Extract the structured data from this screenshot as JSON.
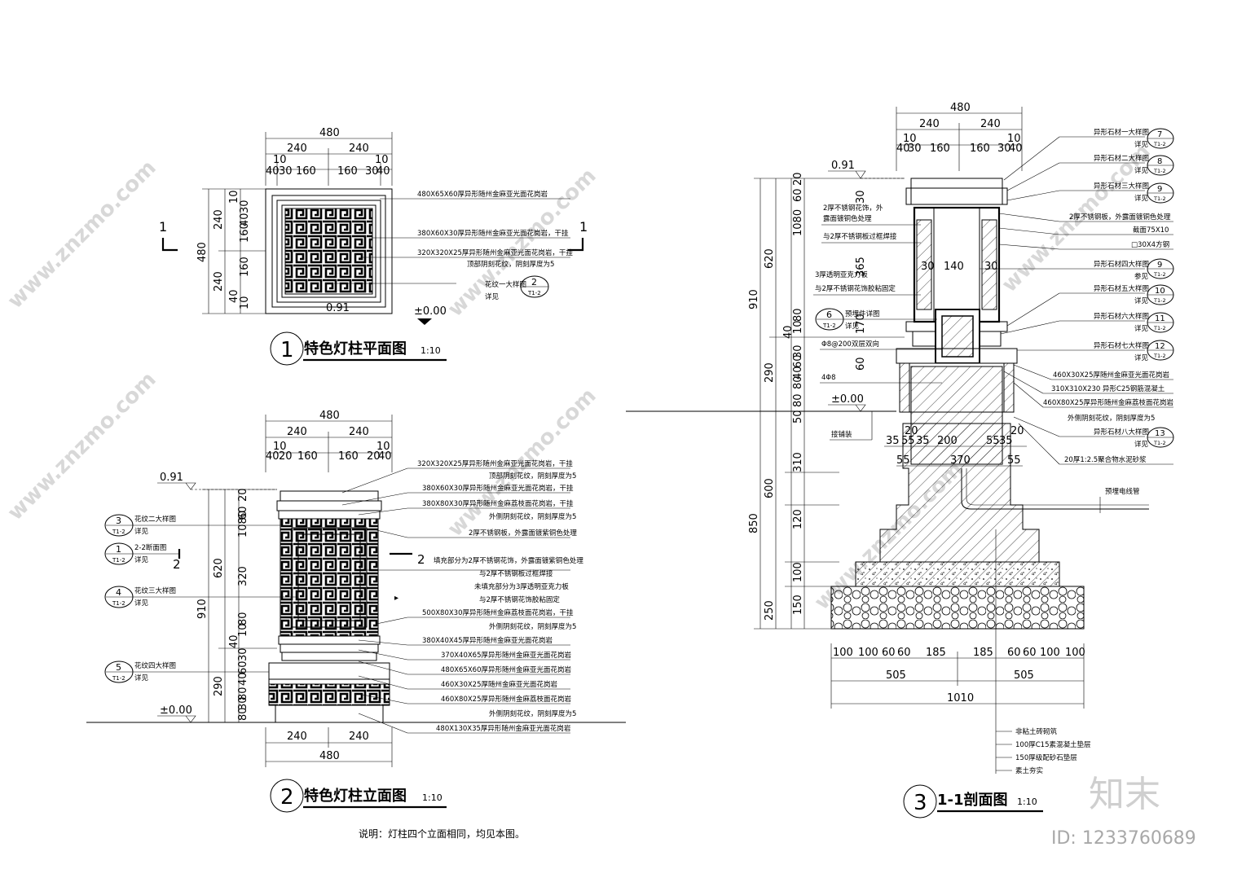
{
  "drawing1": {
    "title": "特色灯柱平面图",
    "number": "1",
    "scale": "1:10",
    "dims_top": [
      "480",
      "240",
      "240",
      "10",
      "10",
      "40",
      "30",
      "160",
      "160",
      "30",
      "40"
    ],
    "dims_left": [
      "480",
      "240",
      "240",
      "10",
      "30",
      "40",
      "160",
      "160",
      "40",
      "10"
    ],
    "level_mark": "0.91",
    "elevation": "±0.00",
    "section_mark": "1",
    "notes": [
      "480X65X60厚异形随州金麻亚光面花岗岩",
      "380X60X30厚异形随州金麻亚光面花岗岩，干挂",
      "320X320X25厚异形随州金麻亚光面花岗岩，干挂",
      "顶部阴刻花纹，阴刻厚度为5",
      "花纹一大样图",
      "详见"
    ],
    "ref": {
      "num": "2",
      "sheet": "T1-2"
    }
  },
  "drawing2": {
    "title": "特色灯柱立面图",
    "number": "2",
    "scale": "1:10",
    "dims_top": [
      "480",
      "240",
      "240",
      "10",
      "10",
      "40",
      "20",
      "160",
      "160",
      "20",
      "40"
    ],
    "dims_bottom": [
      "240",
      "240",
      "480"
    ],
    "dims_left": [
      "20",
      "60",
      "1080",
      "320",
      "80",
      "10",
      "40",
      "30",
      "60",
      "40",
      "80",
      "30",
      "80",
      "620",
      "290",
      "910"
    ],
    "level_mark": "0.91",
    "elevation": "±0.00",
    "section_mark": "2",
    "left_refs": [
      {
        "num": "3",
        "sheet": "T1-2",
        "text1": "花纹二大样图",
        "text2": "详见"
      },
      {
        "num": "1",
        "sheet": "T1-2",
        "text1": "2-2断面图",
        "text2": "详见"
      },
      {
        "num": "4",
        "sheet": "T1-2",
        "text1": "花纹三大样图",
        "text2": "详见"
      },
      {
        "num": "5",
        "sheet": "T1-2",
        "text1": "花纹四大样图",
        "text2": "详见"
      }
    ],
    "notes": [
      "320X320X25厚异形随州金麻亚光面花岗岩，干挂",
      "顶部阴刻花纹，阴刻厚度为5",
      "380X60X30厚异形随州金麻亚光面花岗岩，干挂",
      "380X80X30厚异形随州金麻荔枝面花岗岩，干挂",
      "外侧阴刻花纹，阴刻厚度为5",
      "2厚不锈钢板，外露面镀紫铜色处理",
      "填充部分为2厚不锈钢花饰，外露面镀紫铜色处理",
      "与2厚不锈钢板过框焊接",
      "未填充部分为3厚透明亚克力板",
      "与2厚不锈钢花饰胶粘固定",
      "500X80X30厚异形随州金麻荔枝面花岗岩，干挂",
      "外侧阴刻花纹，阴刻厚度为5",
      "380X40X45厚异形随州金麻亚光面花岗岩",
      "370X40X65厚异形随州金麻亚光面花岗岩",
      "480X65X60厚异形随州金麻亚光面花岗岩",
      "460X30X25厚随州金麻亚光面花岗岩",
      "460X80X25厚异形随州金麻荔枝面花岗岩",
      "外侧阴刻花纹，阴刻厚度为5",
      "480X130X35厚异形随州金麻亚光面花岗岩"
    ],
    "footnote": "说明：灯柱四个立面相同，均见本图。"
  },
  "drawing3": {
    "title": "1-1剖面图",
    "number": "3",
    "scale": "1:10",
    "dims_top": [
      "480",
      "240",
      "240",
      "10",
      "10",
      "40",
      "30",
      "160",
      "160",
      "30",
      "40"
    ],
    "dims_left": [
      "20",
      "60",
      "1080",
      "365",
      "620",
      "80",
      "10",
      "40",
      "170",
      "30",
      "60",
      "40",
      "80",
      "290",
      "80",
      "50",
      "910",
      "310",
      "600",
      "120",
      "850",
      "100",
      "150",
      "250"
    ],
    "dims_inner": [
      "30",
      "140",
      "30",
      "30",
      "60"
    ],
    "dims_mid": [
      "35",
      "55",
      "20",
      "35",
      "200",
      "55",
      "35",
      "20",
      "55",
      "370",
      "55",
      "35"
    ],
    "dims_bottom_row": [
      "100",
      "100",
      "60",
      "60",
      "185",
      "185",
      "60",
      "60",
      "100",
      "100"
    ],
    "dims_bottom_half": [
      "505",
      "505"
    ],
    "dims_bottom_total": "1010",
    "level_mark": "0.91",
    "elevation": "±0.00",
    "left_notes": [
      "2厚不锈钢花饰，外",
      "露面镀铜色处理",
      "与2厚不锈钢板过框焊接",
      "3厚透明亚克力板",
      "与2厚不锈钢花饰胶粘固定",
      "预埋件详图",
      "详见",
      "Φ8@200双层双向",
      "4Φ8",
      "接铺装"
    ],
    "left_ref": {
      "num": "6",
      "sheet": "T1-2"
    },
    "right_notes": [
      {
        "text": "异形石材一大样图",
        "sub": "详见",
        "num": "7"
      },
      {
        "text": "异形石材二大样图",
        "sub": "详见",
        "num": "8"
      },
      {
        "text": "异形石材三大样图",
        "sub": "详见",
        "num": "9"
      },
      {
        "text": "2厚不锈钢板，外露面镀铜色处理",
        "sub": "",
        "num": ""
      },
      {
        "text": "截面75X10",
        "sub": "",
        "num": ""
      },
      {
        "text": "□30X4方钢",
        "sub": "",
        "num": ""
      },
      {
        "text": "异形石材四大样图",
        "sub": "参见",
        "num": "9"
      },
      {
        "text": "异形石材五大样图",
        "sub": "详见",
        "num": "10"
      },
      {
        "text": "异形石材六大样图",
        "sub": "详见",
        "num": "11"
      },
      {
        "text": "异形石材七大样图",
        "sub": "详见",
        "num": "12"
      },
      {
        "text": "460X30X25厚随州金麻亚光面花岗岩",
        "sub": "",
        "num": ""
      },
      {
        "text": "310X310X230  异形C25钢筋混凝土",
        "sub": "",
        "num": ""
      },
      {
        "text": "460X80X25厚异形随州金麻荔枝面花岗岩",
        "sub": "",
        "num": ""
      },
      {
        "text": "外侧阴刻花纹，阴刻厚度为5",
        "sub": "",
        "num": ""
      },
      {
        "text": "异形石材八大样图",
        "sub": "详见",
        "num": "13"
      },
      {
        "text": "20厚1:2.5聚合物水泥砂浆",
        "sub": "",
        "num": ""
      },
      {
        "text": "预埋电线管",
        "sub": "",
        "num": ""
      }
    ],
    "bottom_notes": [
      "非粘土砖砌筑",
      "100厚C15素混凝土垫层",
      "150厚级配砂石垫层",
      "素土夯实"
    ],
    "ref_sheet": "T1-2"
  },
  "watermark": {
    "text": "www.znzmo.com",
    "brand": "知末",
    "id": "ID: 1233760689"
  }
}
